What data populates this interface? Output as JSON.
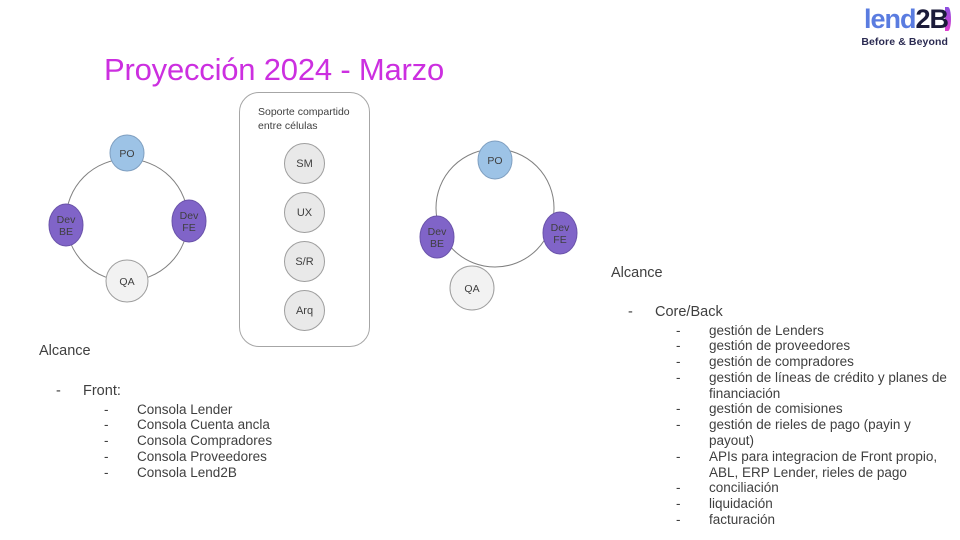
{
  "logo": {
    "word_primary": "lend",
    "word_secondary": "2B",
    "tagline": "Before & Beyond",
    "color_primary": "#5a7ce0",
    "color_secondary": "#1b1b3a",
    "color_accent": "#e040d0"
  },
  "title": "Proyección 2024 - Marzo",
  "title_color": "#cc2fe0",
  "palette": {
    "po": "#9dc3e6",
    "dev": "#8064c8",
    "qa": "#f2f2f2",
    "chip": "#e9e9e9",
    "stroke": "#808080",
    "text": "#3f3f3f"
  },
  "cells": [
    {
      "name": "cell-1",
      "nodes": [
        {
          "id": "po",
          "label": "PO",
          "lines": [
            "PO"
          ],
          "color": "#9dc3e6"
        },
        {
          "id": "dev-fe",
          "label": "Dev FE",
          "lines": [
            "Dev",
            "FE"
          ],
          "color": "#8064c8"
        },
        {
          "id": "qa",
          "label": "QA",
          "lines": [
            "QA"
          ],
          "color": "#f2f2f2"
        },
        {
          "id": "dev-be",
          "label": "Dev BE",
          "lines": [
            "Dev",
            "BE"
          ],
          "color": "#8064c8"
        }
      ]
    },
    {
      "name": "cell-2",
      "nodes": [
        {
          "id": "po",
          "label": "PO",
          "lines": [
            "PO"
          ],
          "color": "#9dc3e6"
        },
        {
          "id": "dev-fe",
          "label": "Dev FE",
          "lines": [
            "Dev",
            "FE"
          ],
          "color": "#8064c8"
        },
        {
          "id": "qa",
          "label": "QA",
          "lines": [
            "QA"
          ],
          "color": "#f2f2f2"
        },
        {
          "id": "dev-be",
          "label": "Dev BE",
          "lines": [
            "Dev",
            "BE"
          ],
          "color": "#8064c8"
        }
      ]
    }
  ],
  "support_box": {
    "title_line1": "Soporte compartido",
    "title_line2": "entre células",
    "chips": [
      {
        "label": "SM"
      },
      {
        "label": "UX"
      },
      {
        "label": "S/R"
      },
      {
        "label": "Arq"
      }
    ]
  },
  "alcance_left": {
    "heading": "Alcance",
    "group_dash": "-",
    "group_label": "Front:",
    "items": [
      "Consola Lender",
      "Consola Cuenta ancla",
      "Consola Compradores",
      "Consola Proveedores",
      "Consola Lend2B"
    ]
  },
  "alcance_right": {
    "heading": "Alcance",
    "group_dash": "-",
    "group_label": "Core/Back",
    "items": [
      "gestión de Lenders",
      "gestión de proveedores",
      "gestión de compradores",
      "gestión de líneas de crédito y planes de financiación",
      "gestión de comisiones",
      "gestión de rieles de pago (payin y payout)",
      "APIs para integracion de Front propio, ABL, ERP Lender, rieles de pago",
      "conciliación",
      "liquidación",
      "facturación"
    ]
  },
  "item_dash": "-"
}
